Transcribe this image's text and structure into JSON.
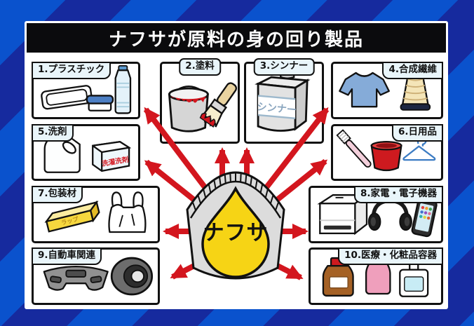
{
  "title": "ナフサが原料の身の回り製品",
  "tank": {
    "label": "ナフサ"
  },
  "boxes": [
    {
      "label": "1.プラスチック"
    },
    {
      "label": "2.塗料"
    },
    {
      "label": "3.シンナー"
    },
    {
      "label": "4.合成繊維"
    },
    {
      "label": "5.洗剤"
    },
    {
      "label": "6.日用品"
    },
    {
      "label": "7.包装材"
    },
    {
      "label": "8.家電・電子機器"
    },
    {
      "label": "9.自動車関連"
    },
    {
      "label": "10.医療・化粧品容器"
    }
  ],
  "items": {
    "thinner_can_text": "シンナー",
    "detergent_box_text": "洗濯洗剤",
    "wrap_box_text": "ラップ"
  },
  "colors": {
    "arrow_red": "#d3161e",
    "droplet_yellow": "#f6d415",
    "tank_gray": "#dcdcdc",
    "stripe_blue_light": "#0a52cd",
    "stripe_blue_dark": "#162a9e",
    "badge_bg": "#e9f5fa",
    "title_bar_bg": "#0b0b0d"
  }
}
